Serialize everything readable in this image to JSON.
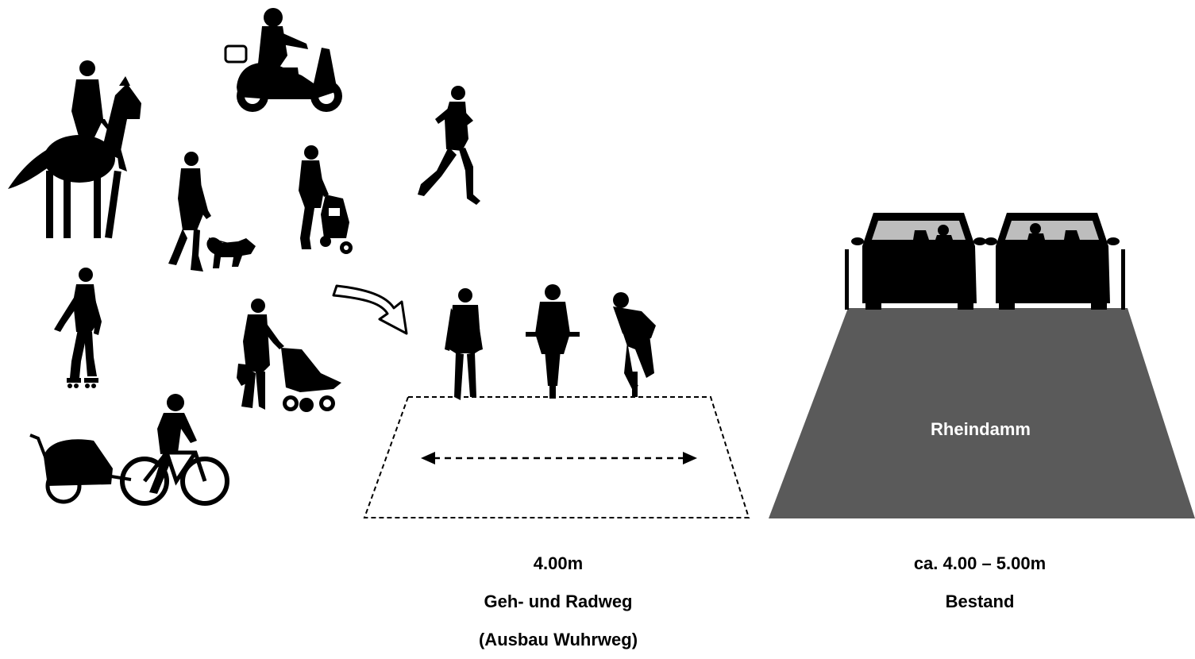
{
  "new_path": {
    "width": "4.00m",
    "name": "Geh- und Radweg",
    "note": "(Ausbau Wuhrweg)"
  },
  "existing": {
    "label": "Rheindamm",
    "width": "ca. 4.00 – 5.00m",
    "status": "Bestand"
  },
  "colors": {
    "silhouette": "#000000",
    "dam": "#5a5a5a",
    "window": "#bdbdbd",
    "arrow_fill": "#ffffff",
    "background": "#ffffff"
  },
  "icons": [
    "horse-rider-icon",
    "scooter-rider-icon",
    "jogger-icon",
    "dog-walker-icon",
    "walker-trolley-icon",
    "inline-skater-icon",
    "stroller-parent-icon",
    "bike-trailer-icon",
    "transition-arrow-icon",
    "pedestrian-icon",
    "cyclist-icon",
    "car-icon"
  ]
}
